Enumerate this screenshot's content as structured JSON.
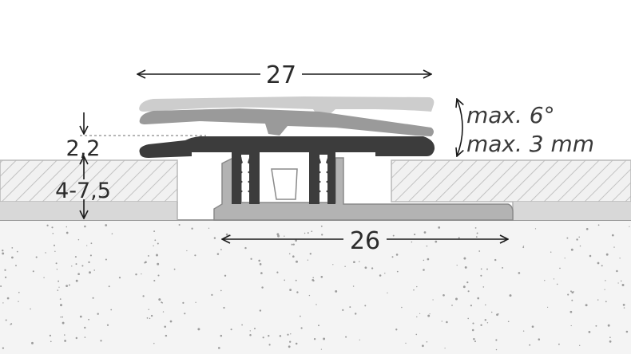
{
  "diagram": {
    "top_width": "27",
    "base_width": "26",
    "height_small": "2,2",
    "height_range": "4-7,5",
    "max_angle": "max. 6°",
    "max_offset": "max. 3 mm"
  },
  "colors": {
    "profile_top": "#3c3c3c",
    "profile_mid": "#9a9a9a",
    "profile_light": "#cdcdcd",
    "base_profile": "#b3b3b3",
    "floor_fill": "#f1f1f1",
    "hatch": "#c2c2c2",
    "subfloor": "#f4f4f4",
    "underlay": "#d8d8d8",
    "line": "#1a1a1a"
  }
}
